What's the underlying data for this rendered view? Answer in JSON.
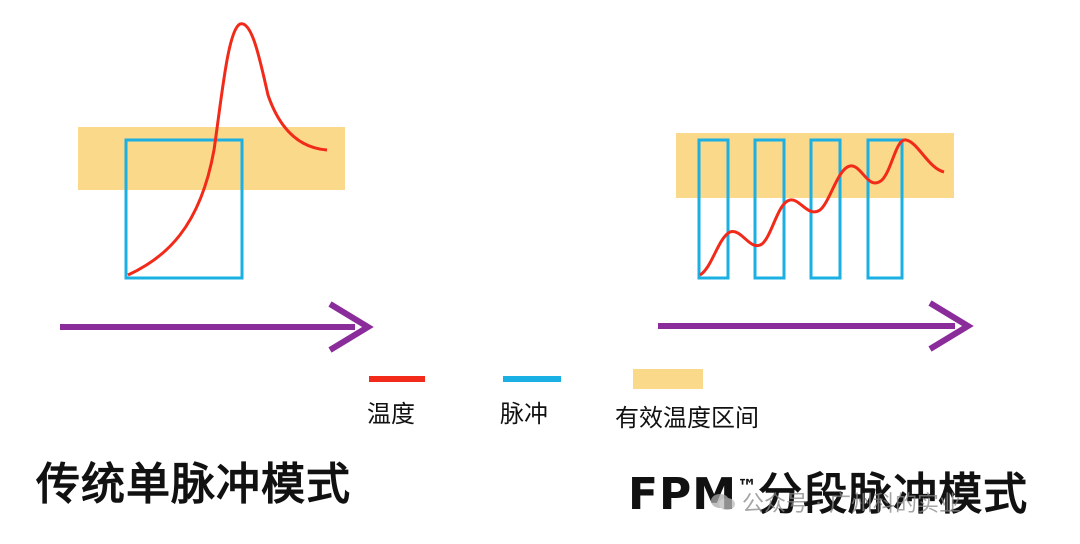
{
  "colors": {
    "temperature": "#f12a1a",
    "pulse": "#1bb0e3",
    "effective_zone": "#fbd98a",
    "arrow": "#8a2c9a"
  },
  "legend": {
    "temperature": "温度",
    "pulse": "脉冲",
    "effective_zone": "有效温度区间"
  },
  "titles": {
    "left": "传统单脉冲模式",
    "right_brand": "FPM",
    "right_tm": "™",
    "right_rest": "分段脉冲模式"
  },
  "watermark": {
    "icon": "wechat-icon",
    "text": "公众号 · 广州科的实业"
  }
}
